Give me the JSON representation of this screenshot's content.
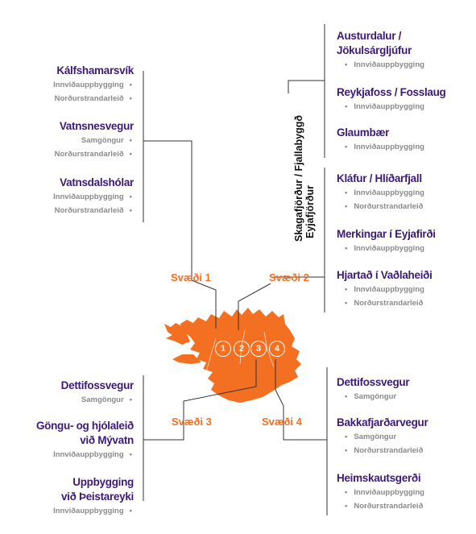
{
  "regions": {
    "r1": {
      "label": "Svæði 1"
    },
    "r2": {
      "label": "Svæði 2"
    },
    "r3": {
      "label": "Svæði 3"
    },
    "r4": {
      "label": "Svæði 4"
    }
  },
  "map_numbers": [
    "1",
    "2",
    "3",
    "4"
  ],
  "vertical_labels": {
    "skagafjordur": "Skagafjörður / Fjallabyggð",
    "eyjafjordur": "Eyjafjörður"
  },
  "group1": [
    {
      "title": [
        "Kálfshamarsvík"
      ],
      "tags": [
        "Innviðauppbygging",
        "Norðurstrandarleið"
      ]
    },
    {
      "title": [
        "Vatnsnesvegur"
      ],
      "tags": [
        "Samgöngur",
        "Norðurstrandarleið"
      ]
    },
    {
      "title": [
        "Vatnsdalshólar"
      ],
      "tags": [
        "Innviðauppbygging",
        "Norðurstrandarleið"
      ]
    }
  ],
  "group2a": [
    {
      "title": [
        "Austurdalur /",
        "Jökulsárgljúfur"
      ],
      "tags": [
        "Innviðauppbygging"
      ]
    },
    {
      "title": [
        "Reykjafoss / Fosslaug"
      ],
      "tags": [
        "Innviðauppbygging"
      ]
    },
    {
      "title": [
        "Glaumbær"
      ],
      "tags": [
        "Innviðauppbygging"
      ]
    }
  ],
  "group2b": [
    {
      "title": [
        "Kláfur / Hlíðarfjall"
      ],
      "tags": [
        "Innviðauppbygging",
        "Norðurstrandarleið"
      ]
    },
    {
      "title": [
        "Merkingar í Eyjafirði"
      ],
      "tags": [
        "Innviðauppbygging"
      ]
    },
    {
      "title": [
        "Hjartað í Vaðlaheiði"
      ],
      "tags": [
        "Innviðauppbygging",
        "Norðurstrandarleið"
      ]
    }
  ],
  "group3": [
    {
      "title": [
        "Dettifossvegur"
      ],
      "tags": [
        "Samgöngur"
      ]
    },
    {
      "title": [
        "Göngu- og hjólaleið",
        "við Mývatn"
      ],
      "tags": [
        "Innviðauppbygging"
      ]
    },
    {
      "title": [
        "Uppbygging",
        "við Þeistareyki"
      ],
      "tags": [
        "Innviðauppbygging"
      ]
    }
  ],
  "group4": [
    {
      "title": [
        "Dettifossvegur"
      ],
      "tags": [
        "Samgöngur"
      ]
    },
    {
      "title": [
        "Bakkafjarðarvegur"
      ],
      "tags": [
        "Samgöngur",
        "Norðurstrandarleið"
      ]
    },
    {
      "title": [
        "Heimskautsgerði"
      ],
      "tags": [
        "Innviðauppbygging",
        "Norðurstrandarleið"
      ]
    }
  ],
  "colors": {
    "accent": "#f36f21",
    "title": "#3d1a78",
    "tag": "#8a8a8a",
    "line": "#333333"
  }
}
